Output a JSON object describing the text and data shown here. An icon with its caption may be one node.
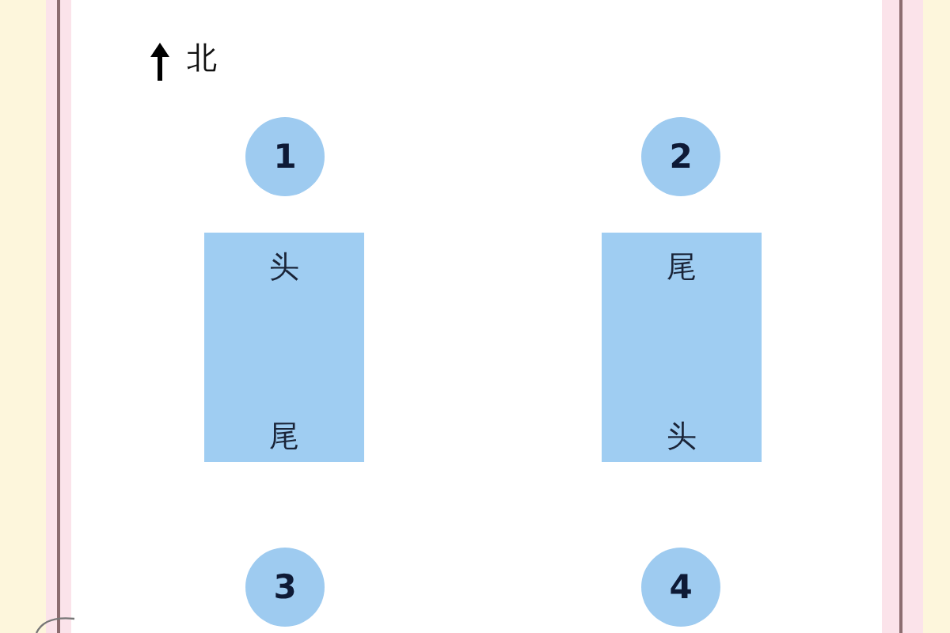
{
  "diagram": {
    "nodes": [
      {
        "text": [
          "1"
        ]
      },
      {
        "text": [
          "2"
        ]
      },
      {
        "text": [
          "头",
          "尾"
        ]
      },
      {
        "text": [
          "尾",
          "头"
        ]
      },
      {
        "text": [
          "3"
        ]
      },
      {
        "text": [
          "4"
        ]
      }
    ],
    "labels": [
      "北"
    ]
  }
}
